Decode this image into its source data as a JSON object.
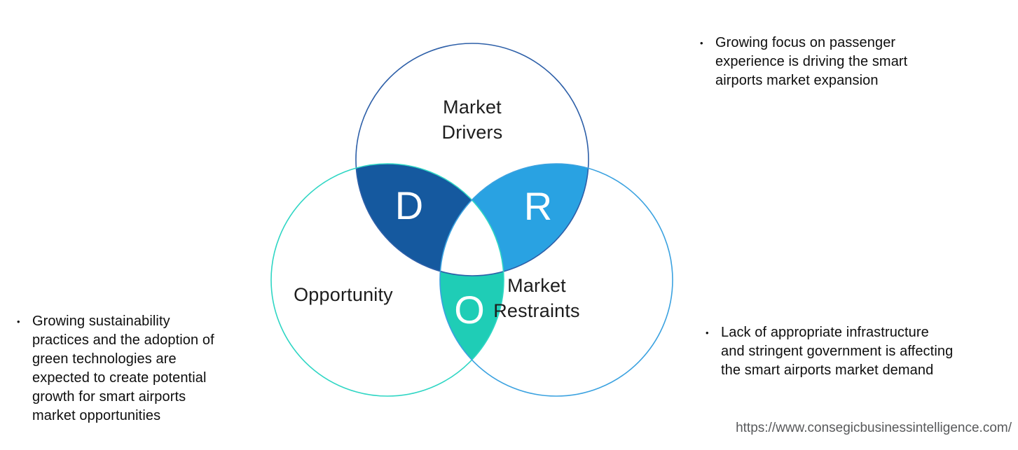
{
  "venn": {
    "circles": {
      "drivers": {
        "label": "Market\nDrivers",
        "stroke": "#2d5fa8"
      },
      "opportunity": {
        "label": "Opportunity",
        "stroke": "#2fd6c4"
      },
      "restraints": {
        "label": "Market\nRestraints",
        "stroke": "#3ba2e0"
      }
    },
    "regions": {
      "d": {
        "letter": "D",
        "fill": "#15599f"
      },
      "r": {
        "letter": "R",
        "fill": "#29a2e2"
      },
      "o": {
        "letter": "O",
        "fill": "#1fcdb6"
      },
      "center_fill": "#ffffff"
    }
  },
  "bullets": {
    "marker": "•",
    "top_right": "Growing focus on passenger\nexperience is driving the smart\nairports market expansion",
    "bottom_left": "Growing sustainability\npractices and the adoption of\ngreen technologies are\nexpected to create potential\ngrowth for smart airports\nmarket opportunities",
    "bottom_right": "Lack of appropriate infrastructure\nand stringent government is affecting\nthe smart airports market demand"
  },
  "footer": {
    "url": "https://www.consegicbusinessintelligence.com/"
  }
}
